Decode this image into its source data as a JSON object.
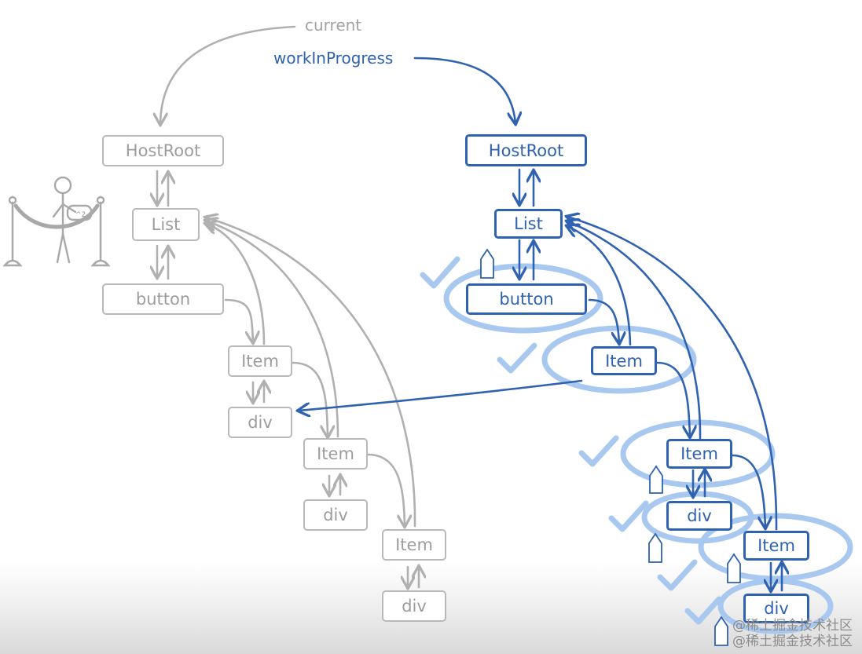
{
  "pointers": {
    "current": "current",
    "work_in_progress": "workInProgress"
  },
  "current_tree": {
    "host_root": "HostRoot",
    "list": "List",
    "button": "button",
    "item_1": "Item",
    "div_1": "div",
    "item_2": "Item",
    "div_2": "div",
    "item_3": "Item",
    "div_3": "div",
    "badge": "^2"
  },
  "wip_tree": {
    "host_root": "HostRoot",
    "list": "List",
    "button": "button",
    "item_1": "Item",
    "item_2": "Item",
    "div_2": "div",
    "item_3": "Item",
    "div_3": "div"
  },
  "watermark": {
    "line1": "@稀土掘金技术社区",
    "line2": "@稀土掘金技术社区"
  },
  "colors": {
    "current_tree": "#b9b9b9",
    "current_text": "#9d9d9d",
    "wip_tree": "#2f62b0",
    "highlight_ellipse": "#a9c8ef",
    "check": "#a9c8ef"
  }
}
